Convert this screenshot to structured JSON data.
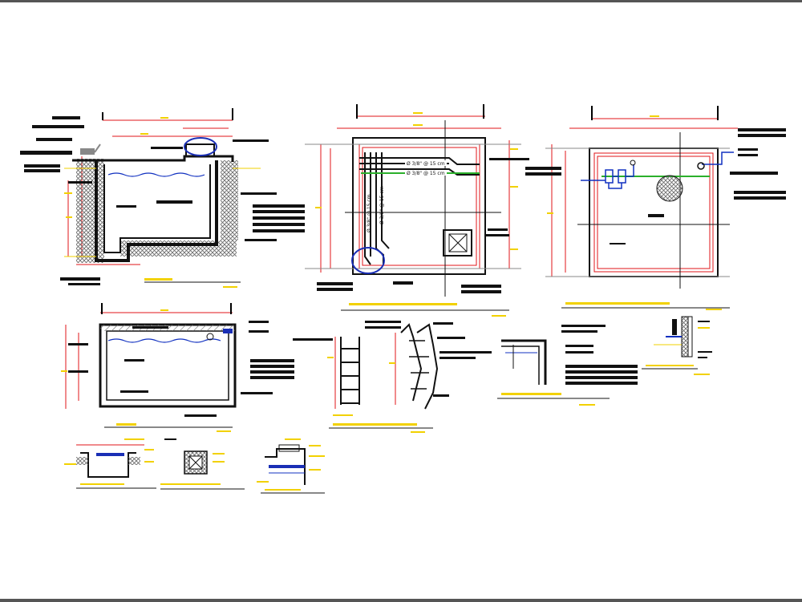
{
  "drawing": {
    "plan_cover": {
      "rebar_label_1": "Ø 3/8\" @ 15 cm",
      "rebar_label_2": "Ø 3/8\" @ 15 cm",
      "rebar_vert_1": "Ø 3/8\" @ 15 cm",
      "rebar_vert_2": "Ø 3/8\" @ 15 cm"
    }
  },
  "colors": {
    "dim_red": "#e0141a",
    "text_yellow": "#f2d100",
    "wall_black": "#111111",
    "hatch_gray": "#777777",
    "water_blue": "#1030c0",
    "rebar_green": "#2bb02b",
    "highlight_blue": "#1a2fb5"
  }
}
